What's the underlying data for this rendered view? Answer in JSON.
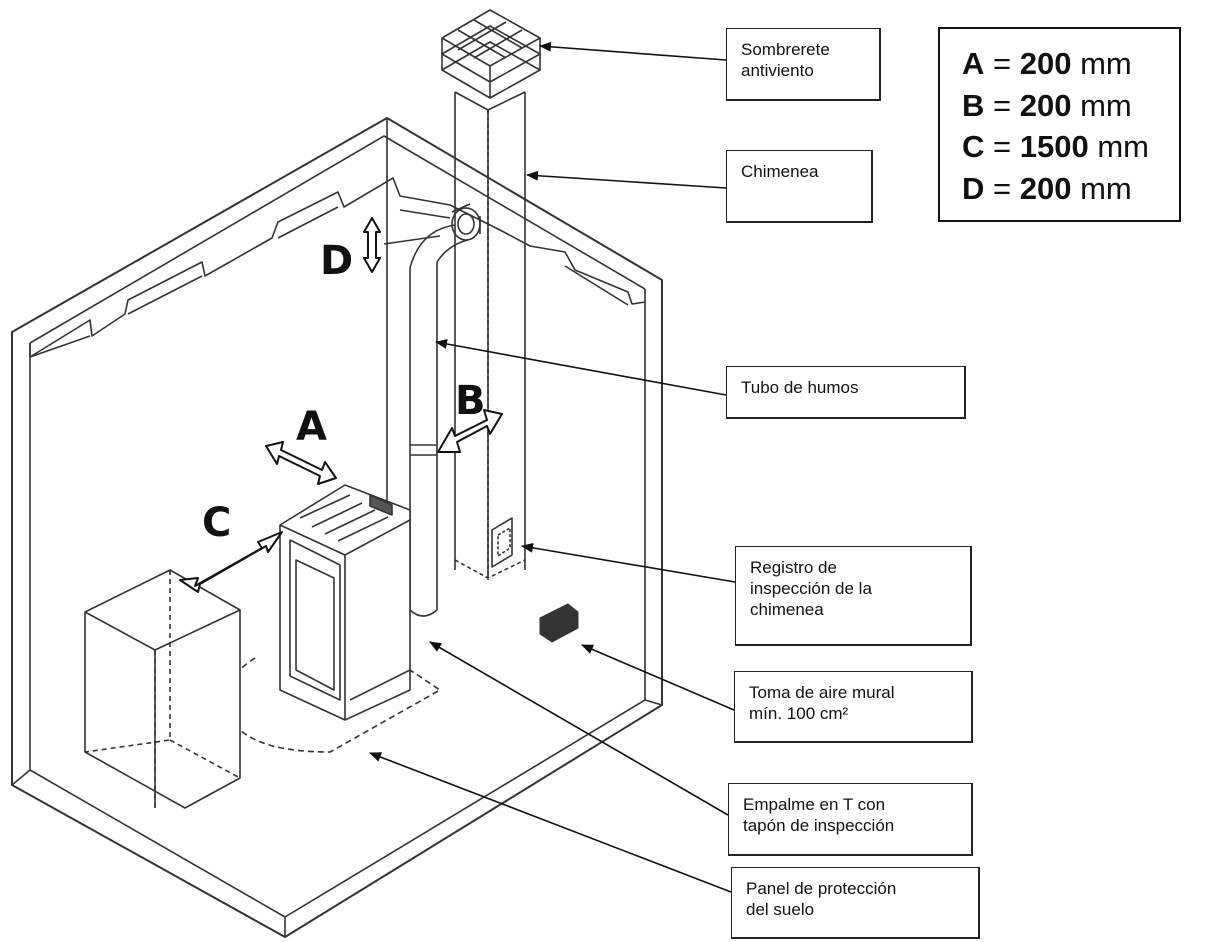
{
  "callouts": {
    "sombrerete": "Sombrerete\nantiviento",
    "chimenea": "Chimenea",
    "tubo": "Tubo de humos",
    "registro": "Registro de\ninspección de la\nchimenea",
    "toma": "Toma de aire mural\nmín. 100 cm²",
    "empalme": "Empalme en T con\ntapón de inspección",
    "panel": "Panel de protección\ndel suelo"
  },
  "dimensions": [
    {
      "letter": "A",
      "eq": " = ",
      "value": "200",
      "unit": " mm"
    },
    {
      "letter": "B",
      "eq": " = ",
      "value": "200",
      "unit": " mm"
    },
    {
      "letter": "C",
      "eq": " = ",
      "value": "1500",
      "unit": " mm"
    },
    {
      "letter": "D",
      "eq": " = ",
      "value": "200",
      "unit": " mm"
    }
  ],
  "diagram_letters": {
    "a": "A",
    "b": "B",
    "c": "C",
    "d": "D"
  }
}
